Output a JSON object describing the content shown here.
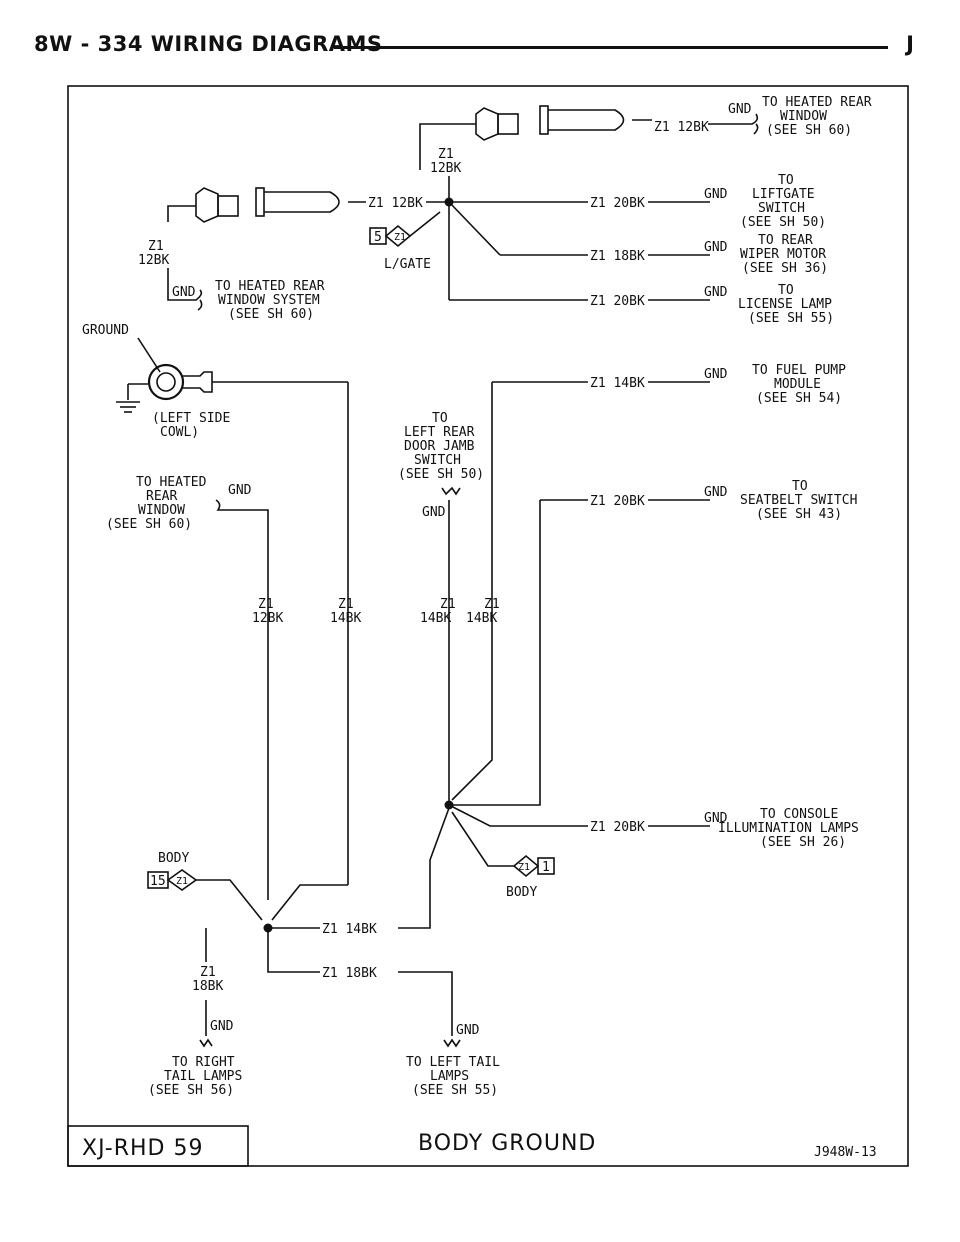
{
  "header": {
    "left": "8W - 334   WIRING DIAGRAMS",
    "right": "J"
  },
  "wires": {
    "z1": "Z1",
    "z1_12bk": "Z1 12BK",
    "z1_20bk": "Z1 20BK",
    "z1_18bk": "Z1 18BK",
    "z1_14bk": "Z1 14BK",
    "w12bk": "12BK",
    "w14bk": "14BK",
    "w18bk": "18BK",
    "gnd": "GND"
  },
  "connectors": {
    "lgate_num": "5",
    "lgate_pin": "Z1",
    "lgate_label": "L/GATE",
    "body_num": "15",
    "body_pin": "Z1",
    "body_label": "BODY",
    "body2_pin": "Z1",
    "body2_num": "1",
    "body2_label": "BODY"
  },
  "destinations": {
    "heated_rear_window_top": [
      "TO HEATED REAR",
      "WINDOW",
      "(SEE SH 60)"
    ],
    "liftgate_switch": [
      "TO",
      "LIFTGATE",
      "SWITCH",
      "(SEE SH 50)"
    ],
    "rear_wiper_motor": [
      "TO REAR",
      "WIPER MOTOR",
      "(SEE SH 36)"
    ],
    "license_lamp": [
      "TO",
      "LICENSE LAMP",
      "(SEE SH 55)"
    ],
    "heated_rear_window_system": [
      "TO HEATED REAR",
      "WINDOW SYSTEM",
      "(SEE SH 60)"
    ],
    "fuel_pump_module": [
      "TO FUEL PUMP",
      "MODULE",
      "(SEE SH 54)"
    ],
    "left_rear_door_jamb": [
      "TO",
      "LEFT REAR",
      "DOOR JAMB",
      "SWITCH",
      "(SEE SH 50)"
    ],
    "heated_rear_window_left": [
      "TO HEATED",
      "REAR",
      "WINDOW",
      "(SEE SH 60)"
    ],
    "seatbelt_switch": [
      "TO",
      "SEATBELT SWITCH",
      "(SEE SH 43)"
    ],
    "console_illumination": [
      "TO CONSOLE",
      "ILLUMINATION LAMPS",
      "(SEE SH 26)"
    ],
    "right_tail_lamps": [
      "TO RIGHT",
      "TAIL LAMPS",
      "(SEE SH 56)"
    ],
    "left_tail_lamps": [
      "TO LEFT TAIL",
      "LAMPS",
      "(SEE SH 55)"
    ]
  },
  "ground": {
    "label": "GROUND",
    "location": [
      "(LEFT SIDE",
      "COWL)"
    ]
  },
  "footer": {
    "sheet_id": "XJ-RHD 59",
    "title": "BODY GROUND",
    "ref": "J948W-13"
  }
}
